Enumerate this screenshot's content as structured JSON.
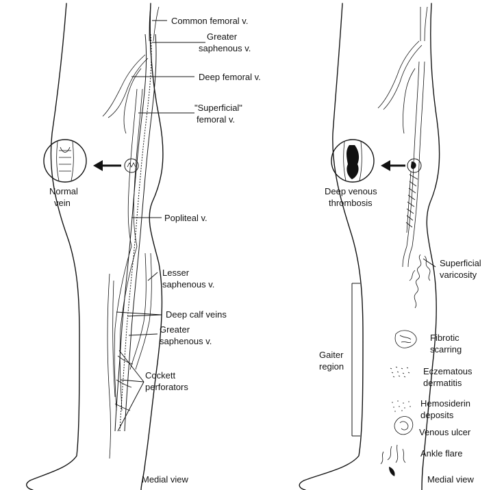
{
  "left_panel": {
    "labels": {
      "common_femoral": "Common femoral v.",
      "greater_saphenous_top_1": "Greater",
      "greater_saphenous_top_2": "saphenous v.",
      "deep_femoral": "Deep femoral v.",
      "superficial_femoral_1": "\"Superficial\"",
      "superficial_femoral_2": "femoral v.",
      "normal_vein_1": "Normal",
      "normal_vein_2": "vein",
      "popliteal": "Popliteal v.",
      "lesser_saphenous_1": "Lesser",
      "lesser_saphenous_2": "saphenous v.",
      "deep_calf_veins": "Deep calf veins",
      "greater_saphenous_low_1": "Greater",
      "greater_saphenous_low_2": "saphenous v.",
      "cockett_1": "Cockett",
      "cockett_2": "perforators",
      "view": "Medial view"
    }
  },
  "right_panel": {
    "labels": {
      "dvt_1": "Deep venous",
      "dvt_2": "thrombosis",
      "superficial_varicosity_1": "Superficial",
      "superficial_varicosity_2": "varicosity",
      "gaiter_1": "Gaiter",
      "gaiter_2": "region",
      "fibrotic_1": "Fibrotic",
      "fibrotic_2": "scarring",
      "eczematous_1": "Eczematous",
      "eczematous_2": "dermatitis",
      "hemosiderin_1": "Hemosiderin",
      "hemosiderin_2": "deposits",
      "venous_ulcer": "Venous ulcer",
      "ankle_flare": "Ankle flare",
      "view": "Medial view"
    }
  },
  "colors": {
    "ink": "#111111",
    "background": "#ffffff"
  }
}
